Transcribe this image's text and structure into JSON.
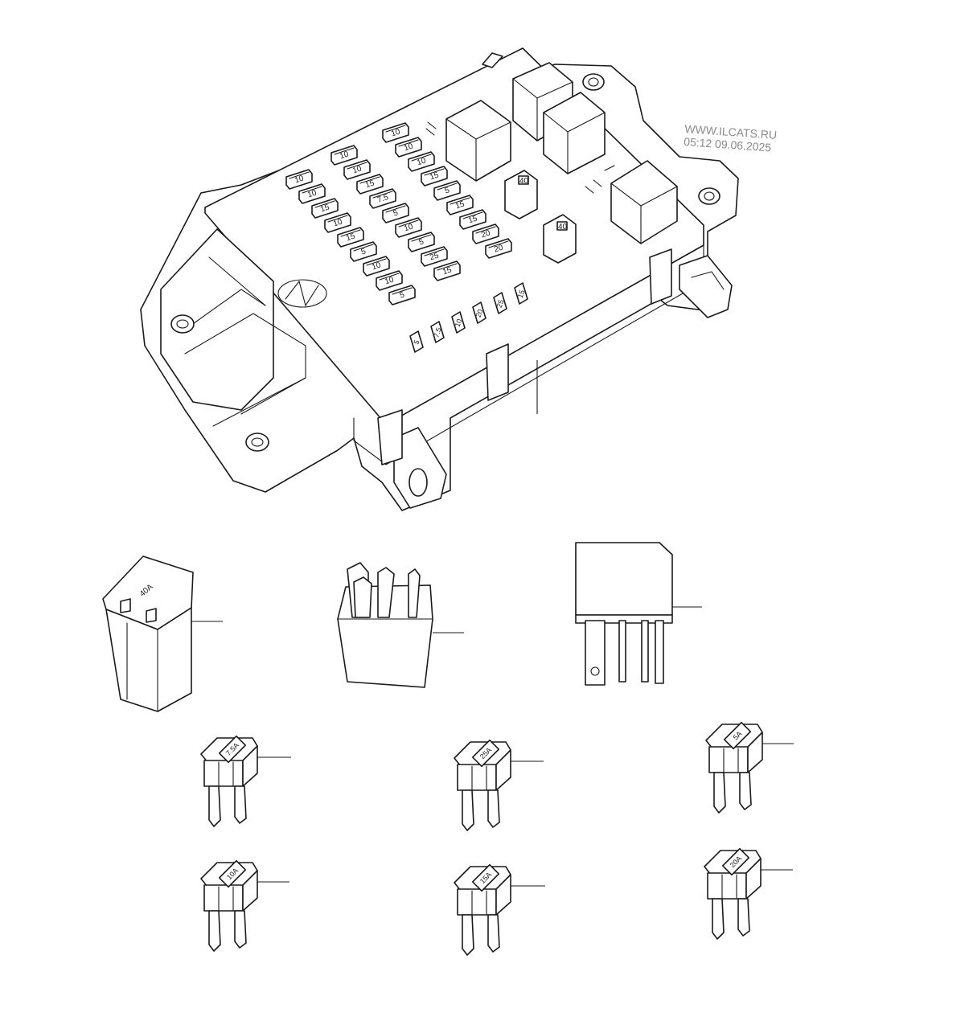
{
  "watermark": {
    "site": "WWW.ILCATS.RU",
    "timestamp": "05:12 09.06.2025"
  },
  "fuse_box": {
    "fuse_labels": [
      "10",
      "10",
      "15",
      "10",
      "15",
      "5",
      "10",
      "10",
      "5",
      "10",
      "10",
      "15",
      "7.5",
      "5",
      "10",
      "5",
      "25",
      "15",
      "10",
      "10",
      "10",
      "15",
      "5",
      "15",
      "15",
      "20",
      "20",
      "5",
      "7.5",
      "10",
      "20",
      "25",
      "15"
    ],
    "large_fuse_labels": [
      "40",
      "40"
    ]
  },
  "parts": {
    "cartridge_fuse_label": "40A",
    "mini_fuse_ratings": [
      "7.5A",
      "25A",
      "5A",
      "10A",
      "15A",
      "20A"
    ]
  }
}
